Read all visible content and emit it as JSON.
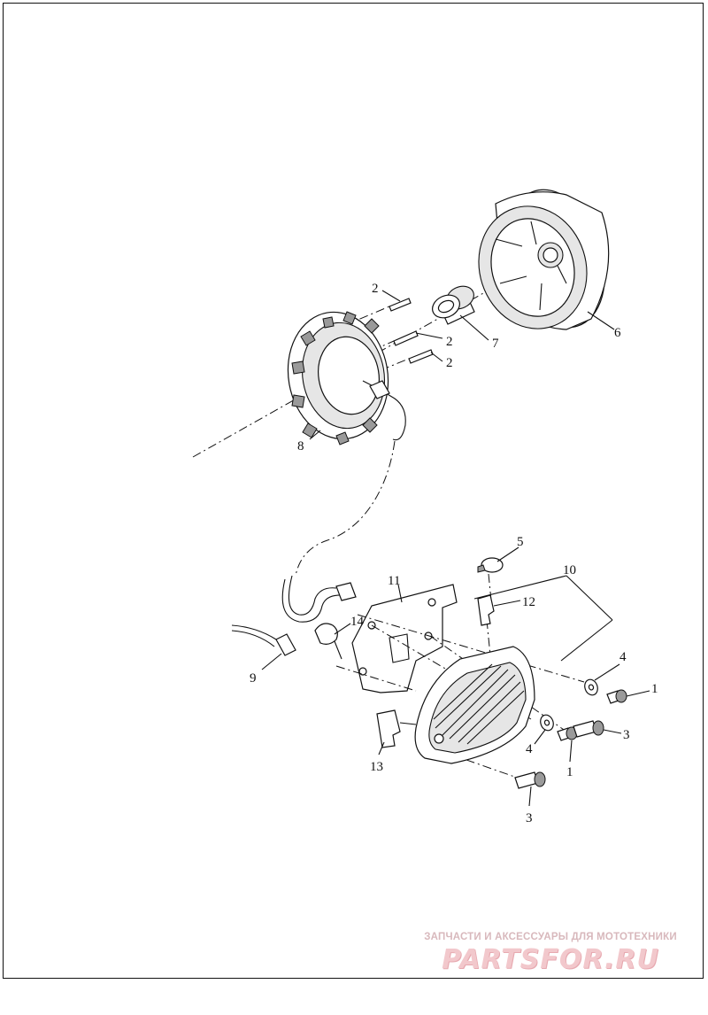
{
  "callouts": {
    "c1a": "1",
    "c1b": "1",
    "c2a": "2",
    "c2b": "2",
    "c2c": "2",
    "c3a": "3",
    "c3b": "3",
    "c4a": "4",
    "c4b": "4",
    "c5": "5",
    "c6": "6",
    "c7": "7",
    "c8": "8",
    "c9": "9",
    "c10": "10",
    "c11": "11",
    "c12": "12",
    "c13": "13",
    "c14": "14"
  },
  "watermark": {
    "tagline": "ЗАПЧАСТИ И АКСЕССУАРЫ ДЛЯ МОТОТЕХНИКИ",
    "logo": "PARTSFOR.RU",
    "color": "#f2c8cc"
  },
  "icons": [
    "rotor-icon",
    "stator-icon",
    "spacer-icon",
    "regulator-icon",
    "screw-icon",
    "washer-icon",
    "clip-icon",
    "connector-icon",
    "cable-tie-icon",
    "bracket-icon"
  ]
}
